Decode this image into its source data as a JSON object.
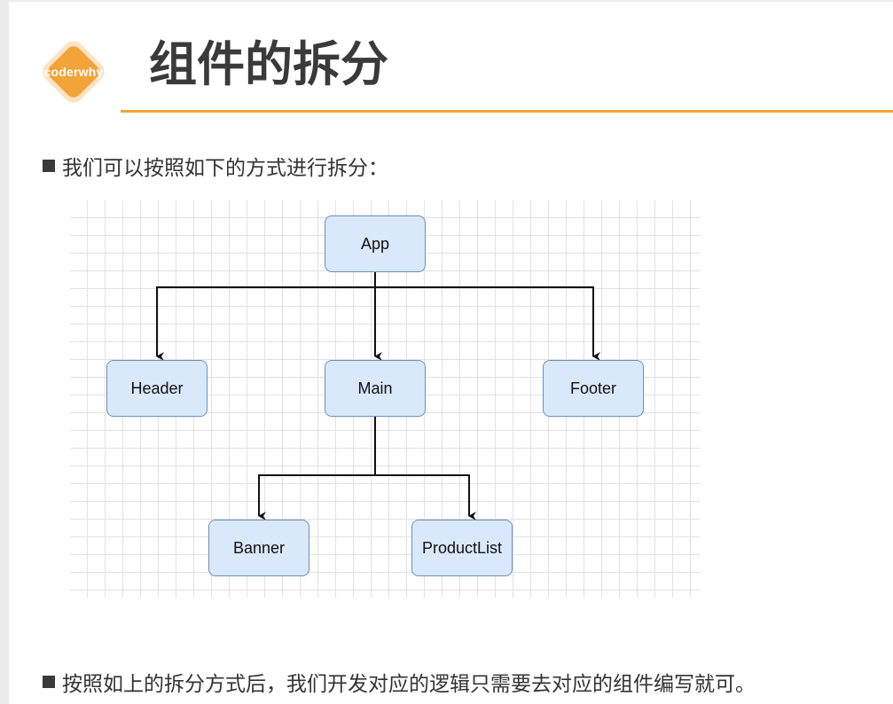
{
  "logo": {
    "text": "coderwhy"
  },
  "title": "组件的拆分",
  "bullets": {
    "intro": "我们可以按照如下的方式进行拆分：",
    "conclusion": "按照如上的拆分方式后，我们开发对应的逻辑只需要去对应的组件编写就可。"
  },
  "diagram": {
    "nodes": {
      "app": "App",
      "header": "Header",
      "main": "Main",
      "footer": "Footer",
      "banner": "Banner",
      "productlist": "ProductList"
    },
    "edges": [
      {
        "from": "App",
        "to": "Header"
      },
      {
        "from": "App",
        "to": "Main"
      },
      {
        "from": "App",
        "to": "Footer"
      },
      {
        "from": "Main",
        "to": "Banner"
      },
      {
        "from": "Main",
        "to": "ProductList"
      }
    ]
  },
  "colors": {
    "accent": "#f2a43a",
    "node_fill": "#dae8fc",
    "node_stroke": "#6c8ebf",
    "title_text": "#3a3a3a"
  }
}
